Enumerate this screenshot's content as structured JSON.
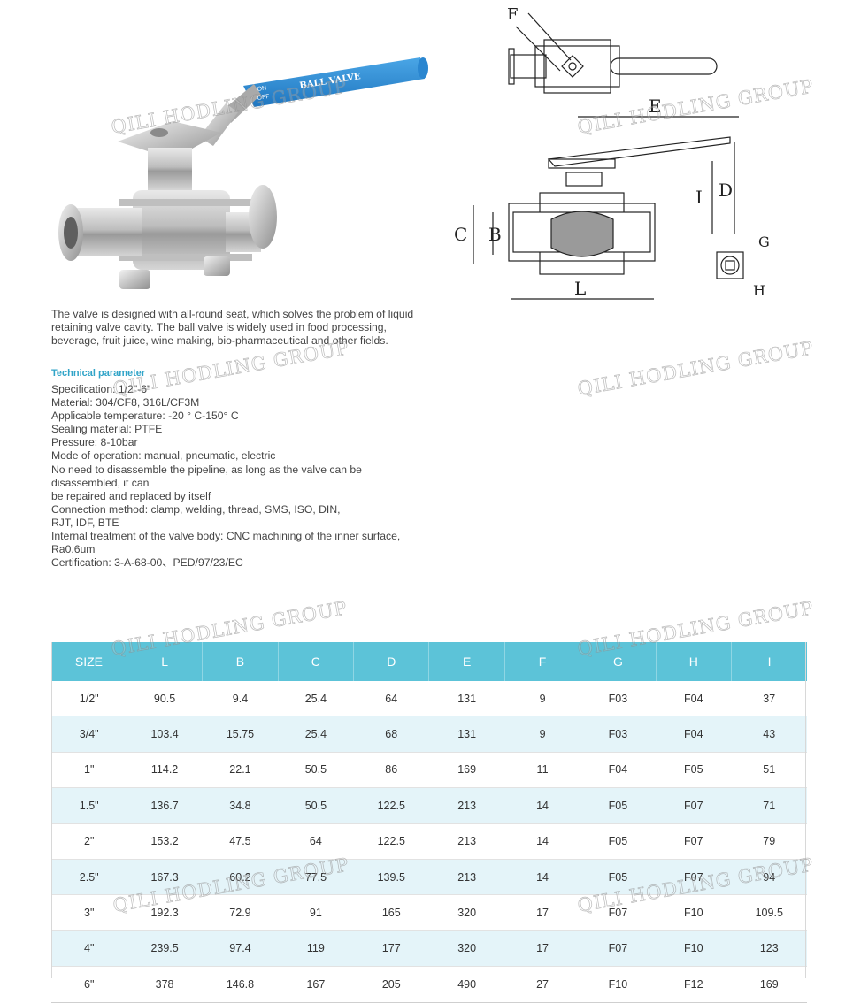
{
  "photo": {
    "handle_text": "BALL VALVE",
    "on_label": "ON",
    "off_label": "OFF"
  },
  "drawing_labels": {
    "f": "F",
    "e": "E",
    "d": "D",
    "i": "I",
    "c": "C",
    "b": "B",
    "l": "L",
    "g": "G",
    "h": "H"
  },
  "intro": "The valve is designed with all-round seat, which solves the problem of liquid retaining valve cavity. The ball valve is widely used in food processing, beverage, fruit juice, wine making, bio-pharmaceutical and other fields.",
  "technical": {
    "heading": "Technical parameter",
    "lines": [
      "Specification: 1/2\"-6\"",
      "Material: 304/CF8, 316L/CF3M",
      "Applicable temperature: -20 ° C-150° C",
      "Sealing material: PTFE",
      "Pressure: 8-10bar",
      "Mode of operation: manual, pneumatic, electric",
      "No need to disassemble the pipeline, as long as the valve can be",
      "disassembled, it can",
      "be repaired and replaced by itself",
      "Connection method: clamp, welding, thread, SMS, ISO, DIN,",
      "RJT, IDF, BTE",
      "Internal treatment of the valve body: CNC machining of the inner surface,",
      "Ra0.6um",
      "Certification: 3-A-68-00、PED/97/23/EC"
    ]
  },
  "table": {
    "headers": [
      "SIZE",
      "L",
      "B",
      "C",
      "D",
      "E",
      "F",
      "G",
      "H",
      "I"
    ],
    "rows": [
      [
        "1/2\"",
        "90.5",
        "9.4",
        "25.4",
        "64",
        "131",
        "9",
        "F03",
        "F04",
        "37"
      ],
      [
        "3/4\"",
        "103.4",
        "15.75",
        "25.4",
        "68",
        "131",
        "9",
        "F03",
        "F04",
        "43"
      ],
      [
        "1\"",
        "114.2",
        "22.1",
        "50.5",
        "86",
        "169",
        "11",
        "F04",
        "F05",
        "51"
      ],
      [
        "1.5\"",
        "136.7",
        "34.8",
        "50.5",
        "122.5",
        "213",
        "14",
        "F05",
        "F07",
        "71"
      ],
      [
        "2\"",
        "153.2",
        "47.5",
        "64",
        "122.5",
        "213",
        "14",
        "F05",
        "F07",
        "79"
      ],
      [
        "2.5\"",
        "167.3",
        "60.2",
        "77.5",
        "139.5",
        "213",
        "14",
        "F05",
        "F07",
        "94"
      ],
      [
        "3\"",
        "192.3",
        "72.9",
        "91",
        "165",
        "320",
        "17",
        "F07",
        "F10",
        "109.5"
      ],
      [
        "4\"",
        "239.5",
        "97.4",
        "119",
        "177",
        "320",
        "17",
        "F07",
        "F10",
        "123"
      ],
      [
        "6\"",
        "378",
        "146.8",
        "167",
        "205",
        "490",
        "27",
        "F10",
        "F12",
        "169"
      ]
    ]
  },
  "watermark": "QILI HODLING GROUP",
  "colors": {
    "header_bg": "#5cc3d8",
    "alt_row_bg": "#e4f4f9",
    "heading_accent": "#31a4c8",
    "handle_blue": "#2f8fd6"
  }
}
